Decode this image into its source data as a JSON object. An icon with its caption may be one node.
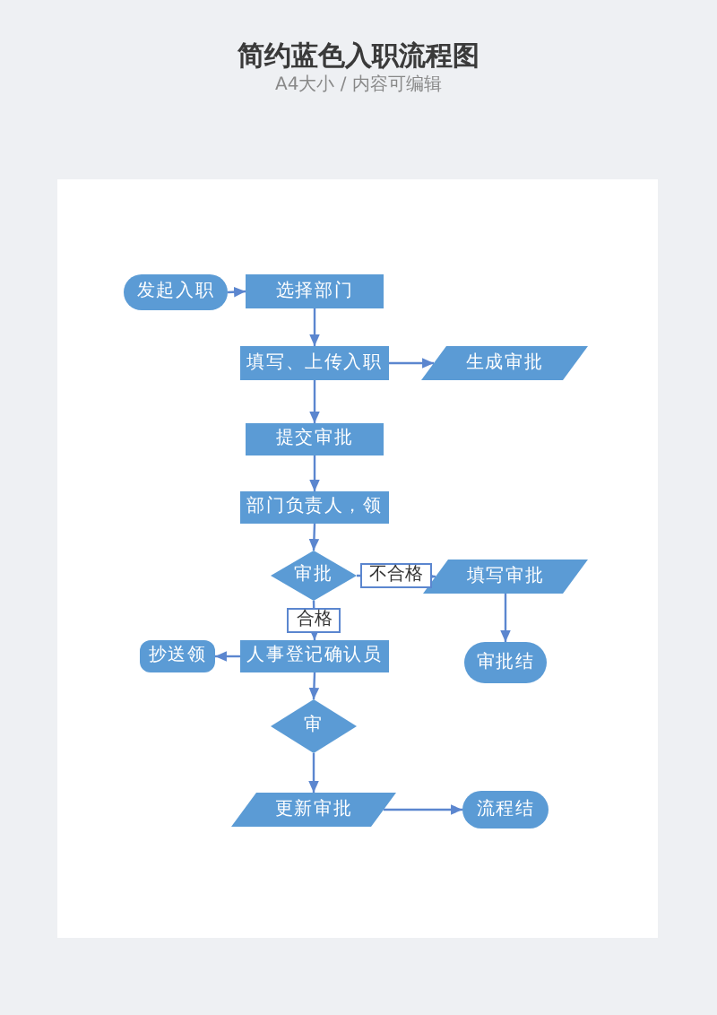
{
  "diagram": {
    "title": "简约蓝色入职流程图",
    "nodes": [
      {
        "text": [
          "发起入职"
        ]
      },
      {
        "text": [
          "选择部门"
        ]
      },
      {
        "text": [
          "填写、上传入职"
        ]
      },
      {
        "text": [
          "生成审批"
        ]
      },
      {
        "text": [
          "提交审批"
        ]
      },
      {
        "text": [
          "部门负责人，领"
        ]
      },
      {
        "text": [
          "审批"
        ]
      },
      {
        "text": [
          "填写审批"
        ]
      },
      {
        "text": [
          "抄送领"
        ]
      },
      {
        "text": [
          "人事登记确认员"
        ]
      },
      {
        "text": [
          "审批结"
        ]
      },
      {
        "text": [
          "审"
        ]
      },
      {
        "text": [
          "更新审批"
        ]
      },
      {
        "text": [
          "流程结"
        ]
      }
    ],
    "edges": [
      {
        "from": 0,
        "to": 1,
        "arrow": "to"
      },
      {
        "from": 1,
        "to": 2,
        "arrow": "to"
      },
      {
        "from": 2,
        "to": 3,
        "arrow": "to"
      },
      {
        "from": 2,
        "to": 4,
        "arrow": "to"
      },
      {
        "from": 4,
        "to": 5,
        "arrow": "to"
      },
      {
        "from": 5,
        "to": 6,
        "arrow": "to"
      },
      {
        "from": 6,
        "to": 7,
        "arrow": "to",
        "label": "不合格"
      },
      {
        "from": 7,
        "to": 10,
        "arrow": "to"
      },
      {
        "from": 6,
        "to": 9,
        "arrow": "to",
        "label": "合格"
      },
      {
        "from": 9,
        "to": 8,
        "arrow": "to"
      },
      {
        "from": 9,
        "to": 11,
        "arrow": "to"
      },
      {
        "from": 11,
        "to": 12,
        "arrow": "to"
      },
      {
        "from": 12,
        "to": 13,
        "arrow": "to"
      }
    ],
    "labels": [
      "A4大小 / 内容可编辑"
    ]
  }
}
